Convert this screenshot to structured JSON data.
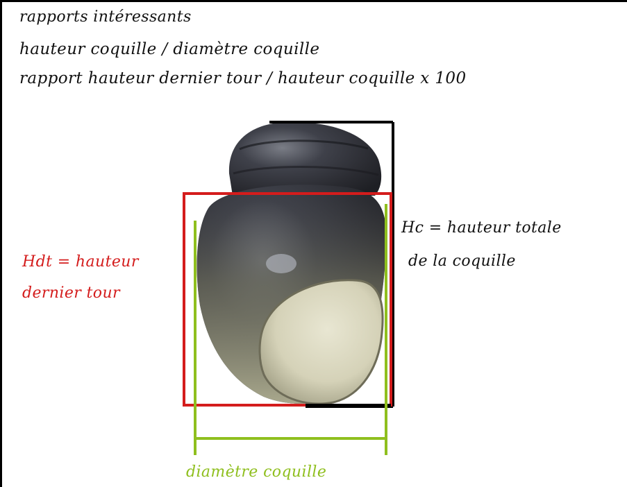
{
  "lines": {
    "l1": "rapports intéressants",
    "l2": "hauteur coquille / diamètre coquille",
    "l3": "rapport hauteur dernier tour / hauteur coquille x 100"
  },
  "labels": {
    "hdt_line1": "Hdt = hauteur",
    "hdt_line2": "dernier tour",
    "hc_line1": "Hc = hauteur totale",
    "hc_line2": "de la coquille",
    "diametre": "diamètre coquille"
  },
  "colors": {
    "red": "#d41c1c",
    "green": "#8fbf1e",
    "black": "#111111"
  }
}
